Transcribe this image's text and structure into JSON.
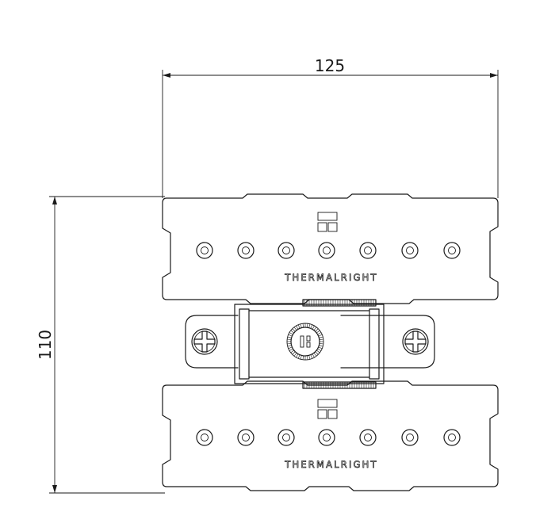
{
  "dimensions": {
    "width_label": "125",
    "height_label": "110"
  },
  "fin_stacks": {
    "brand_text": "THERMALRIGHT",
    "heatpipe_count": 7
  },
  "colors": {
    "line": "#1a1a1a",
    "background": "#ffffff"
  },
  "icons": {
    "logo": "thermalright-logo-icon",
    "screw": "crosshead-screw-icon",
    "mount_knob": "knurled-knob-icon"
  }
}
